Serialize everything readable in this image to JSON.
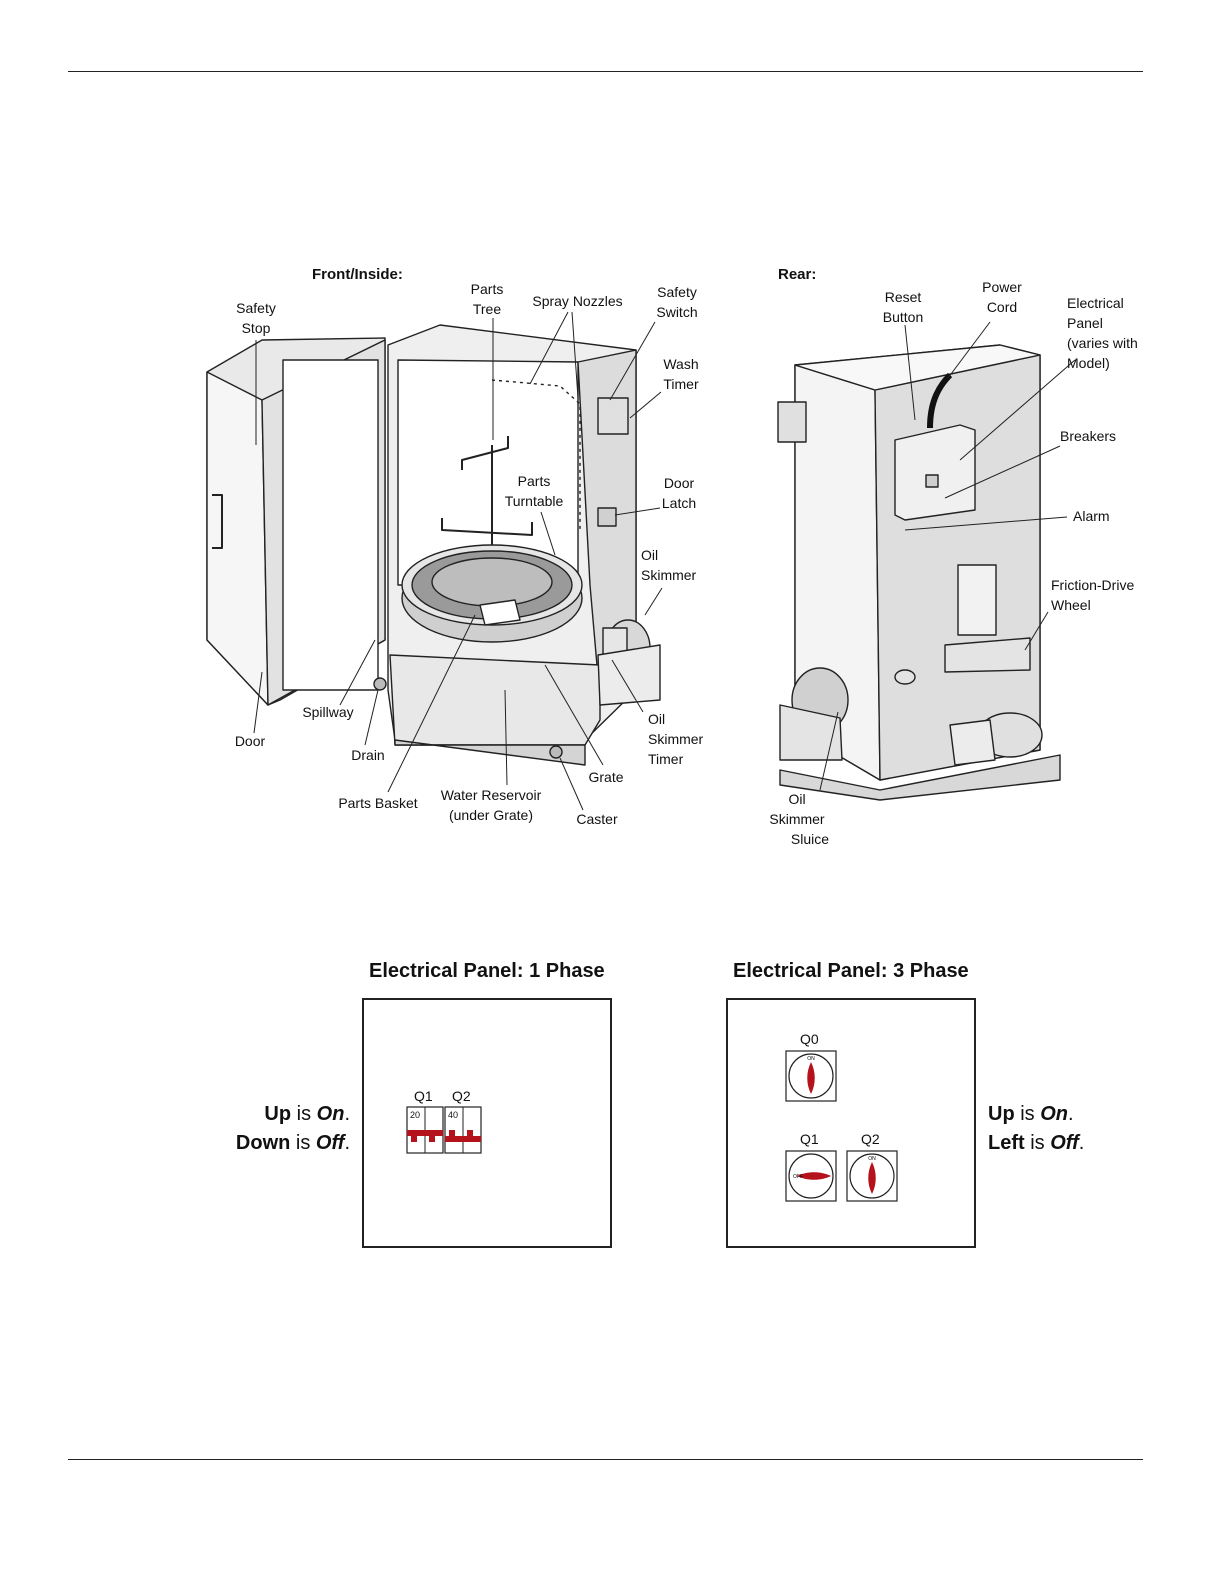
{
  "page": {
    "front_title": "Front/Inside:",
    "rear_title": "Rear:"
  },
  "front_labels": {
    "safety_stop": [
      "Safety",
      "Stop"
    ],
    "parts_tree": [
      "Parts",
      "Tree"
    ],
    "spray_nozzles": "Spray Nozzles",
    "safety_switch": [
      "Safety",
      "Switch"
    ],
    "wash_timer": [
      "Wash",
      "Timer"
    ],
    "parts_turntable": [
      "Parts",
      "Turntable"
    ],
    "door_latch": [
      "Door",
      "Latch"
    ],
    "oil_skimmer": [
      "Oil",
      "Skimmer"
    ],
    "oil_skimmer_timer": [
      "Oil",
      "Skimmer",
      "Timer"
    ],
    "spillway": "Spillway",
    "door": "Door",
    "drain": "Drain",
    "parts_basket": "Parts Basket",
    "water_reservoir": [
      "Water Reservoir",
      "(under Grate)"
    ],
    "caster": "Caster",
    "grate": "Grate"
  },
  "rear_labels": {
    "reset_button": [
      "Reset",
      "Button"
    ],
    "power_cord": [
      "Power",
      "Cord"
    ],
    "electrical_panel": [
      "Electrical",
      "Panel",
      "(varies with",
      "Model)"
    ],
    "breakers": "Breakers",
    "alarm": "Alarm",
    "friction_drive_wheel": [
      "Friction-Drive",
      "Wheel"
    ],
    "oil_skimmer_sluice": [
      "Oil",
      "Skimmer",
      "Sluice"
    ]
  },
  "panel_1phase": {
    "title": "Electrical Panel: 1 Phase",
    "breakers": [
      {
        "label": "Q1",
        "amps": "20"
      },
      {
        "label": "Q2",
        "amps": "40"
      }
    ],
    "legend": {
      "line1_bold": "Up",
      "line1_mid": " is ",
      "line1_em": "On",
      "line1_end": ".",
      "line2_bold": "Down",
      "line2_mid": " is ",
      "line2_em": "Off",
      "line2_end": "."
    }
  },
  "panel_3phase": {
    "title": "Electrical Panel: 3 Phase",
    "switches": [
      {
        "label": "Q0",
        "state_text": "ON"
      },
      {
        "label": "Q1",
        "state_text": "OFF"
      },
      {
        "label": "Q2",
        "state_text": "ON"
      }
    ],
    "legend": {
      "line1_bold": "Up",
      "line1_mid": " is ",
      "line1_em": "On",
      "line1_end": ".",
      "line2_bold": "Left",
      "line2_mid": " is ",
      "line2_em": "Off",
      "line2_end": "."
    }
  },
  "colors": {
    "breaker_red": "#b5121b",
    "line": "#222222",
    "cabinet_fill": "#eeeeee",
    "cabinet_shade": "#d6d6d6"
  }
}
